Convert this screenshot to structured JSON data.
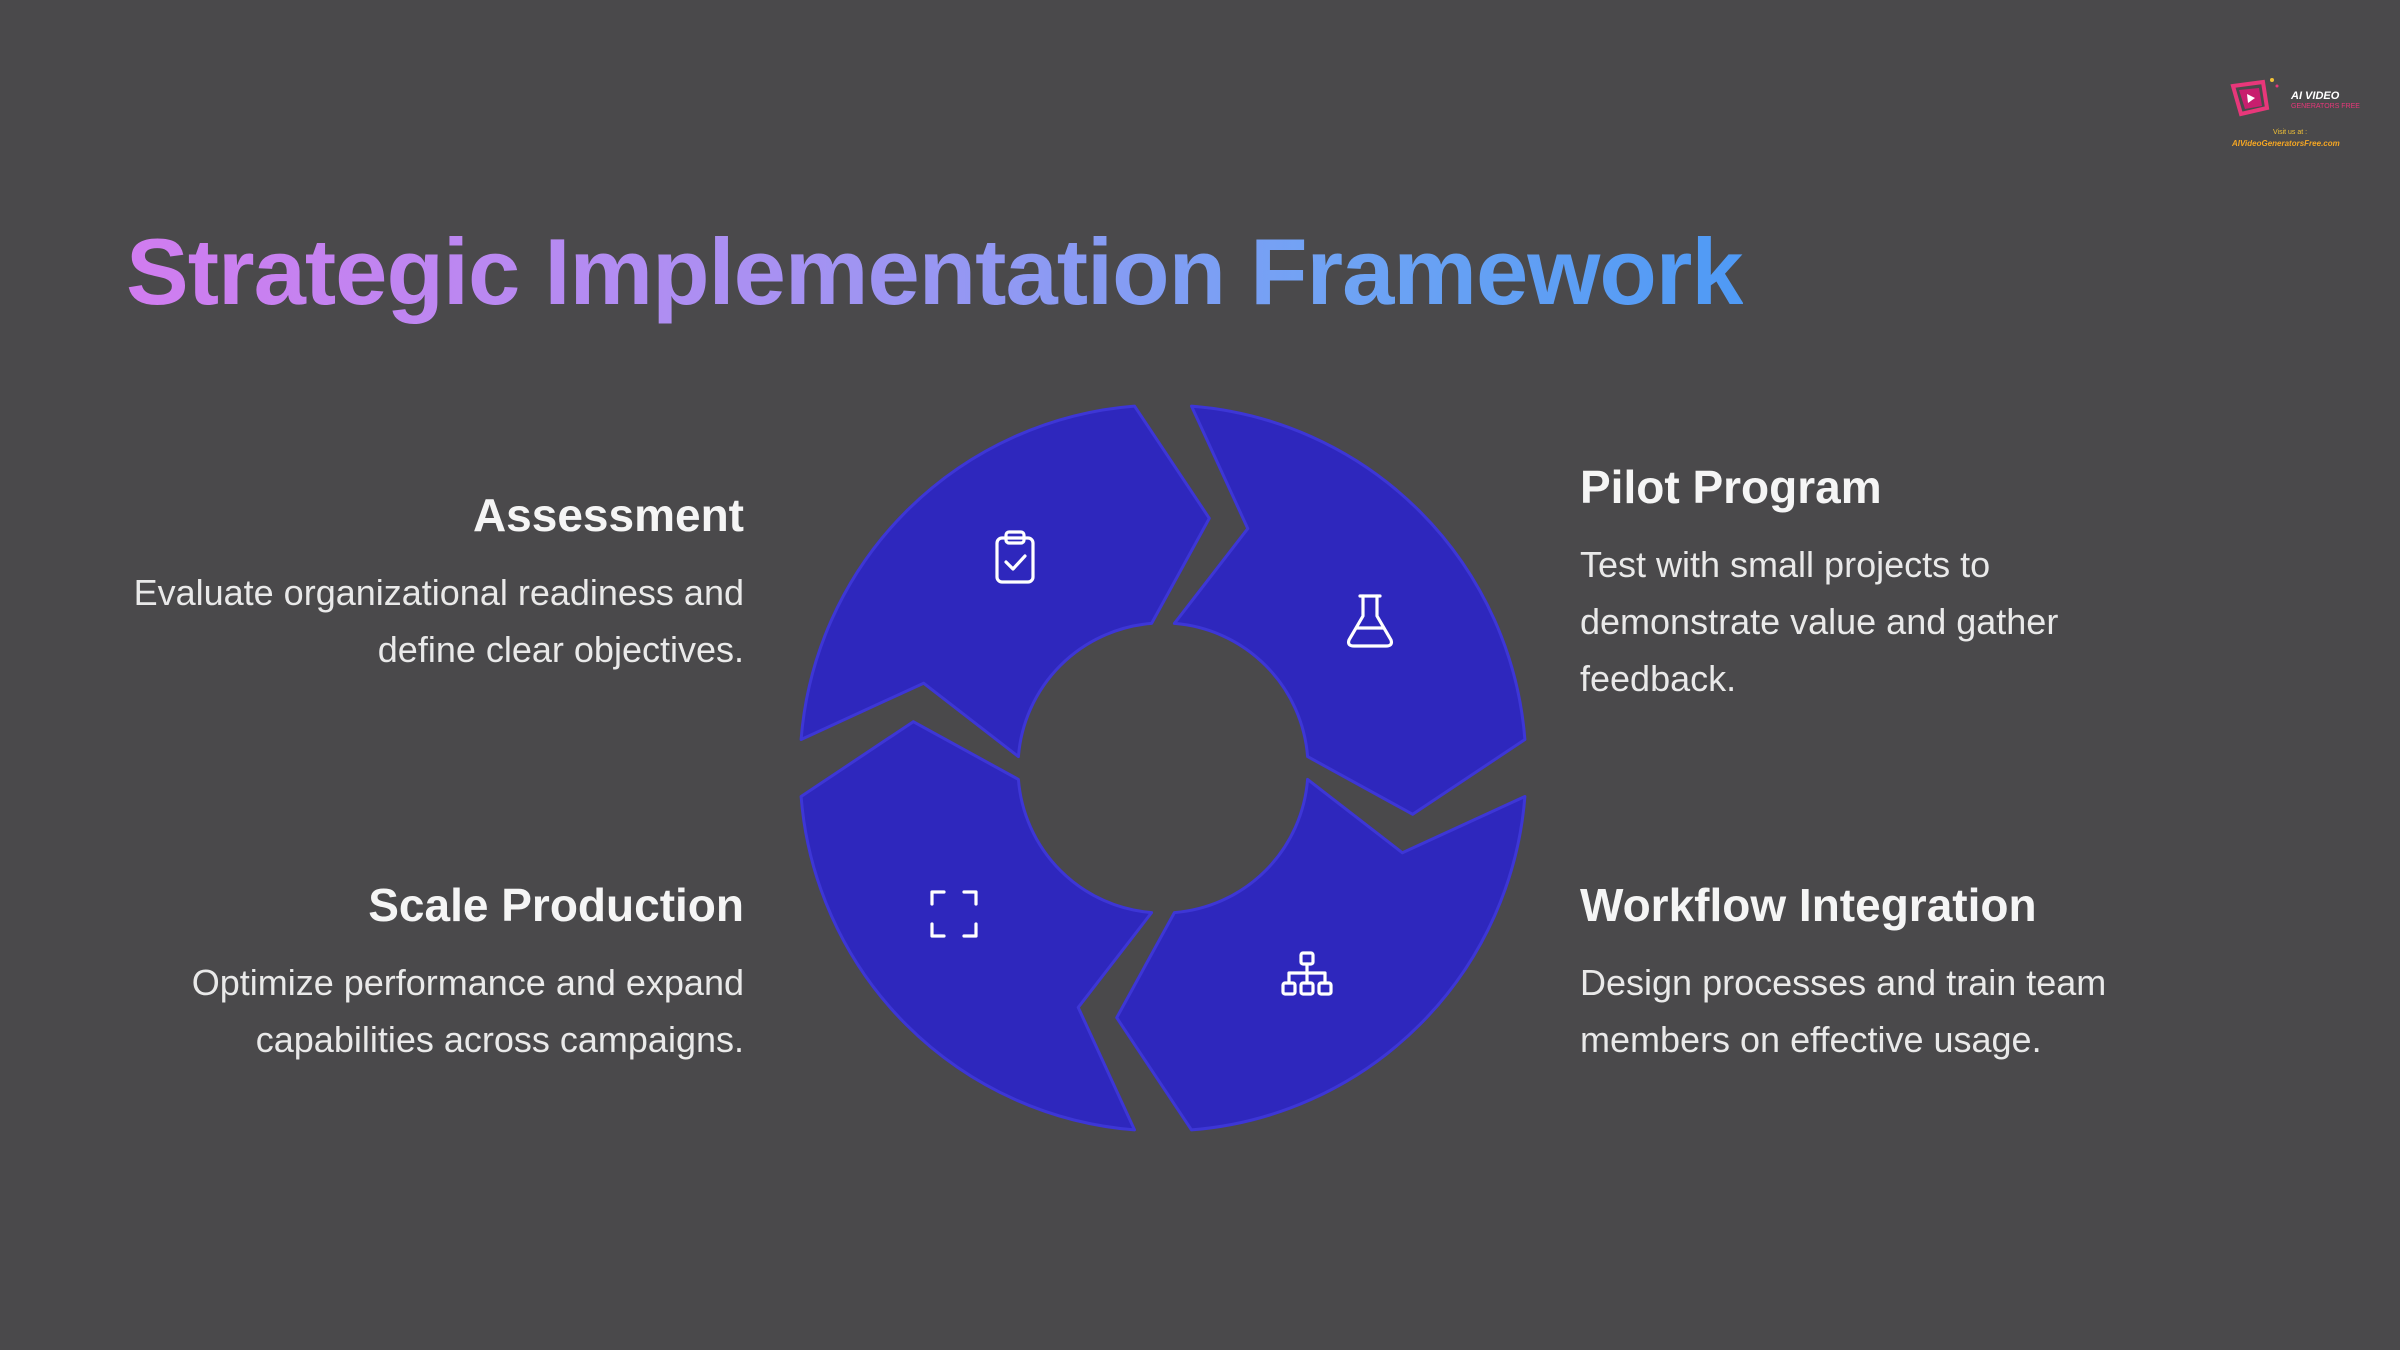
{
  "title": "Strategic Implementation Framework",
  "logo": {
    "line1": "AI VIDEO",
    "line2": "GENERATORS FREE",
    "visit": "Visit us at :",
    "url": "AIVideoGeneratorsFree.com"
  },
  "steps": {
    "assessment": {
      "title": "Assessment",
      "description": "Evaluate organizational readiness and define clear objectives.",
      "icon": "clipboard-check-icon"
    },
    "pilot": {
      "title": "Pilot Program",
      "description": "Test with small projects to demonstrate value and gather feedback.",
      "icon": "flask-icon"
    },
    "workflow": {
      "title": "Workflow Integration",
      "description": "Design processes and train team members on effective usage.",
      "icon": "hierarchy-icon"
    },
    "scale": {
      "title": "Scale Production",
      "description": "Optimize performance and expand capabilities across campaigns.",
      "icon": "expand-icon"
    }
  },
  "colors": {
    "background": "#4a494b",
    "segment": "#2e27bd",
    "segment_stroke": "#3d36d6",
    "icon": "#ffffff"
  }
}
